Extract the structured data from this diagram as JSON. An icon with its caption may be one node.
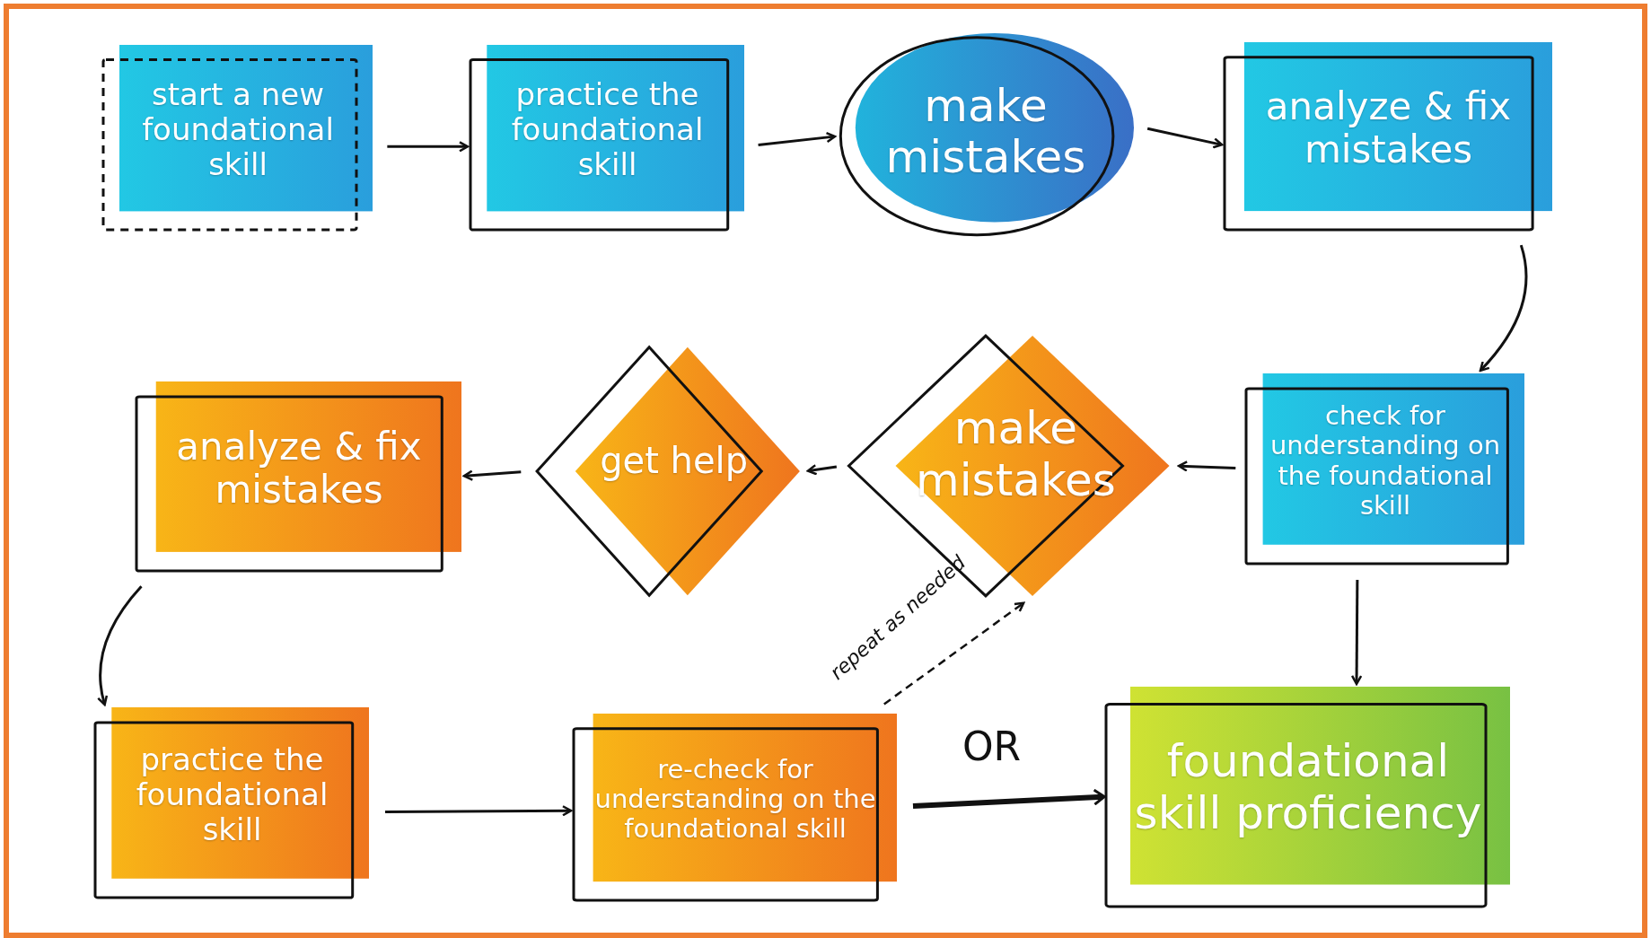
{
  "diagram": {
    "nodes": [
      {
        "text": [
          "start a new foundational skill"
        ]
      },
      {
        "text": [
          "practice the foundational skill"
        ]
      },
      {
        "text": [
          "make mistakes"
        ]
      },
      {
        "text": [
          "analyze & fix mistakes"
        ]
      },
      {
        "text": [
          "check for understanding on the foundational skill"
        ]
      },
      {
        "text": [
          "make mistakes"
        ]
      },
      {
        "text": [
          "get help"
        ]
      },
      {
        "text": [
          "analyze & fix mistakes"
        ]
      },
      {
        "text": [
          "practice the foundational skill"
        ]
      },
      {
        "text": [
          "re-check for understanding on the foundational skill"
        ]
      },
      {
        "text": [
          "foundational skill proficiency"
        ]
      }
    ],
    "edges": [
      {
        "from": 0,
        "to": 1,
        "arrow": "to"
      },
      {
        "from": 1,
        "to": 2,
        "arrow": "to"
      },
      {
        "from": 2,
        "to": 3,
        "arrow": "to"
      },
      {
        "from": 3,
        "to": 4,
        "arrow": "to"
      },
      {
        "from": 4,
        "to": 5,
        "arrow": "to"
      },
      {
        "from": 5,
        "to": 6,
        "arrow": "to"
      },
      {
        "from": 6,
        "to": 7,
        "arrow": "to"
      },
      {
        "from": 7,
        "to": 8,
        "arrow": "to"
      },
      {
        "from": 8,
        "to": 9,
        "arrow": "to"
      },
      {
        "from": 9,
        "to": 5,
        "arrow": "to",
        "style": "dashed",
        "label": "repeat as needed"
      },
      {
        "from": 9,
        "to": 10,
        "arrow": "to",
        "style": "thick",
        "label": "OR"
      },
      {
        "from": 4,
        "to": 10,
        "arrow": "to"
      }
    ]
  }
}
